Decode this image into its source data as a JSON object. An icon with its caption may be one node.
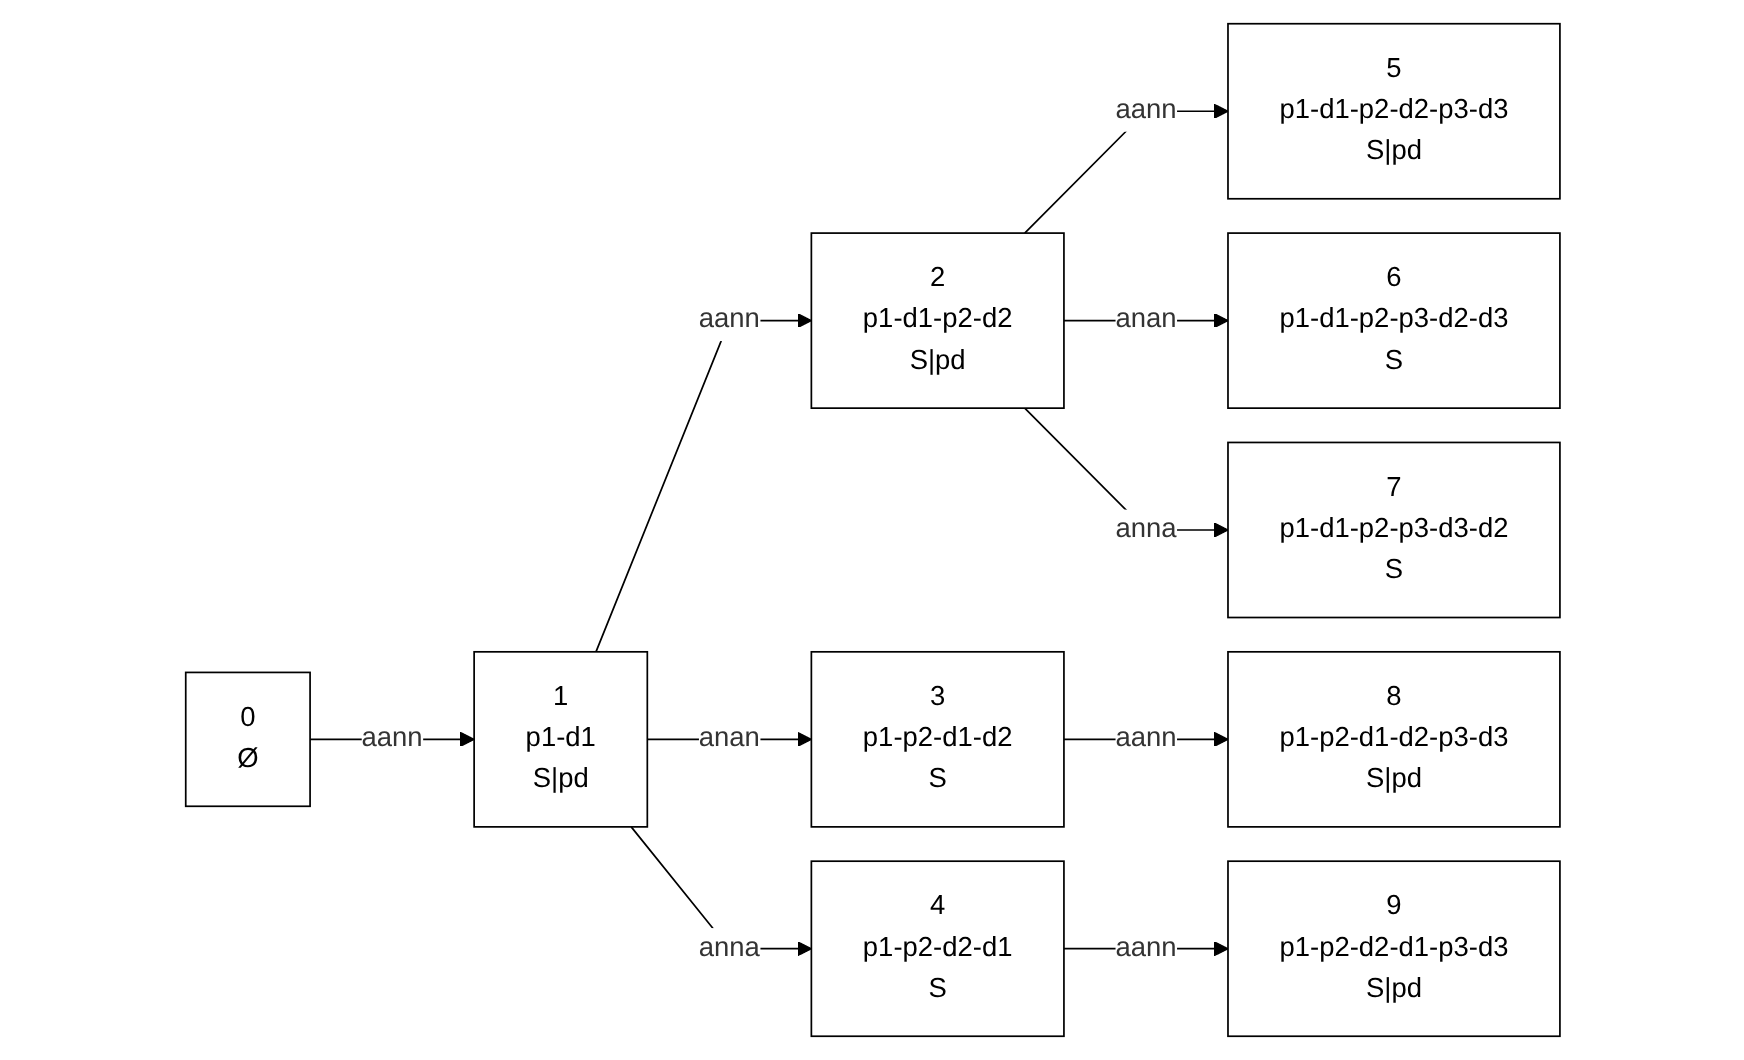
{
  "diagram": {
    "nodes": [
      {
        "text": [
          "0",
          "Ø"
        ]
      },
      {
        "text": [
          "1",
          "p1-d1",
          "S|pd"
        ]
      },
      {
        "text": [
          "2",
          "p1-d1-p2-d2",
          "S|pd"
        ]
      },
      {
        "text": [
          "3",
          "p1-p2-d1-d2",
          "S"
        ]
      },
      {
        "text": [
          "4",
          "p1-p2-d2-d1",
          "S"
        ]
      },
      {
        "text": [
          "5",
          "p1-d1-p2-d2-p3-d3",
          "S|pd"
        ]
      },
      {
        "text": [
          "6",
          "p1-d1-p2-p3-d2-d3",
          "S"
        ]
      },
      {
        "text": [
          "7",
          "p1-d1-p2-p3-d3-d2",
          "S"
        ]
      },
      {
        "text": [
          "8",
          "p1-p2-d1-d2-p3-d3",
          "S|pd"
        ]
      },
      {
        "text": [
          "9",
          "p1-p2-d2-d1-p3-d3",
          "S|pd"
        ]
      }
    ],
    "edges": [
      {
        "from": 0,
        "to": 1,
        "arrow": "to",
        "label": "aann"
      },
      {
        "from": 1,
        "to": 2,
        "arrow": "to",
        "label": "aann"
      },
      {
        "from": 1,
        "to": 3,
        "arrow": "to",
        "label": "anan"
      },
      {
        "from": 1,
        "to": 4,
        "arrow": "to",
        "label": "anna"
      },
      {
        "from": 2,
        "to": 5,
        "arrow": "to",
        "label": "aann"
      },
      {
        "from": 2,
        "to": 6,
        "arrow": "to",
        "label": "anan"
      },
      {
        "from": 2,
        "to": 7,
        "arrow": "to",
        "label": "anna"
      },
      {
        "from": 3,
        "to": 8,
        "arrow": "to",
        "label": "aann"
      },
      {
        "from": 4,
        "to": 9,
        "arrow": "to",
        "label": "aann"
      }
    ]
  }
}
